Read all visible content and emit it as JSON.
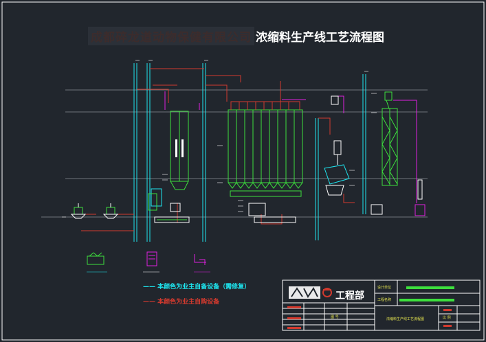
{
  "title": {
    "company": "成都碎龙道动物保健有限公司",
    "main": "浓缩料生产线工艺流程图"
  },
  "legend": {
    "cyan_text": "本颜色为业主自备设备（需修复）",
    "red_text": "本颜色为业主自购设备"
  },
  "title_block": {
    "logo_text": "工程部",
    "row_labels": [
      "设计单位",
      "工程名称"
    ],
    "drawing_name": "浓缩料生产线工艺流程图",
    "small_cells": [
      "图 号",
      "比 例"
    ]
  },
  "colors": {
    "background": "#21262d",
    "green": "#3de03d",
    "cyan": "#1ee6f0",
    "red": "#d33a2e",
    "magenta": "#e020e0",
    "white": "#ffffff",
    "gray": "#8a8f96",
    "yellow": "#e6e650"
  }
}
